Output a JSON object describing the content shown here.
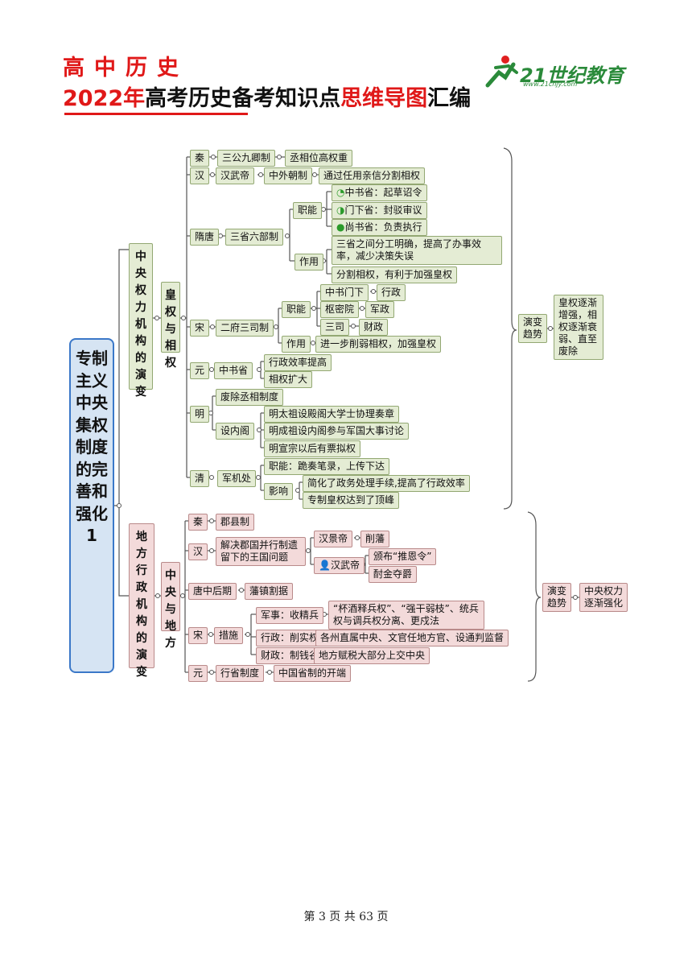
{
  "header": {
    "line1": "高中历史",
    "line2_part1": "2022年",
    "line2_part2": "高考历史备考知识点",
    "line2_part3": "思维导图",
    "line2_part4": "汇编"
  },
  "logo": {
    "text": "21世纪教育",
    "sub": "www.21cnjy.com"
  },
  "root": "专制主义中央集权制度的完善和强化1",
  "central": {
    "title": "中央权力机构的演变",
    "sub": "皇权与相权",
    "qin": {
      "dyn": "秦",
      "a": "三公九卿制",
      "b": "丞相位高权重"
    },
    "han": {
      "dyn": "汉",
      "a": "汉武帝",
      "b": "中外朝制",
      "c": "通过任用亲信分割相权"
    },
    "sui": {
      "dyn": "隋唐",
      "a": "三省六部制",
      "zhineng": "职能",
      "zhongshu": "中书省：起草诏令",
      "menxia": "门下省：封驳审议",
      "shangshu": "尚书省：负责执行",
      "zuoyong": "作用",
      "effect1": "三省之间分工明确，提高了办事效率，减少决策失误",
      "effect2": "分割相权，有利于加强皇权"
    },
    "song": {
      "dyn": "宋",
      "a": "二府三司制",
      "zhineng": "职能",
      "zsmx": "中书门下",
      "xz": "行政",
      "smy": "枢密院",
      "jz": "军政",
      "ss": "三司",
      "cz": "财政",
      "zuoyong": "作用",
      "effect": "进一步削弱相权，加强皇权"
    },
    "yuan": {
      "dyn": "元",
      "a": "中书省",
      "b1": "行政效率提高",
      "b2": "相权扩大"
    },
    "ming": {
      "dyn": "明",
      "a": "废除丞相制度",
      "b": "设内阁",
      "c1": "明太祖设殿阁大学士协理奏章",
      "c2": "明成祖设内阁参与军国大事讨论",
      "c3": "明宣宗以后有票拟权"
    },
    "qing": {
      "dyn": "清",
      "a": "军机处",
      "b": "职能：跪奏笔录，上传下达",
      "c": "影响",
      "d1": "简化了政务处理手续,提高了行政效率",
      "d2": "专制皇权达到了顶峰"
    },
    "trend": {
      "label": "演变趋势",
      "text": "皇权逐渐增强，相权逐渐衰弱、直至废除"
    }
  },
  "local": {
    "title": "地方行政机构的演变",
    "sub": "中央与地方",
    "qin": {
      "dyn": "秦",
      "a": "郡县制"
    },
    "han": {
      "dyn": "汉",
      "a": "解决郡国并行制遗留下的王国问题",
      "jingdi": "汉景帝",
      "xuefan": "削藩",
      "wudi": "汉武帝",
      "tuien": "颁布“推恩令”",
      "jiujin": "酎金夺爵"
    },
    "tang": {
      "dyn": "唐中后期",
      "a": "藩镇割据"
    },
    "song": {
      "dyn": "宋",
      "a": "措施",
      "mil": "军事：收精兵",
      "mil_d": "“杯酒释兵权”、“强干弱枝”、统兵权与调兵权分离、更戍法",
      "adm": "行政：削实权",
      "adm_d": "各州直属中央、文官任地方官、设通判监督",
      "fin": "财政：制钱谷",
      "fin_d": "地方赋税大部分上交中央"
    },
    "yuan": {
      "dyn": "元",
      "a": "行省制度",
      "b": "中国省制的开端"
    },
    "trend": {
      "label": "演变趋势",
      "text": "中央权力逐渐强化"
    }
  },
  "footer": "第 3 页 共 63 页"
}
